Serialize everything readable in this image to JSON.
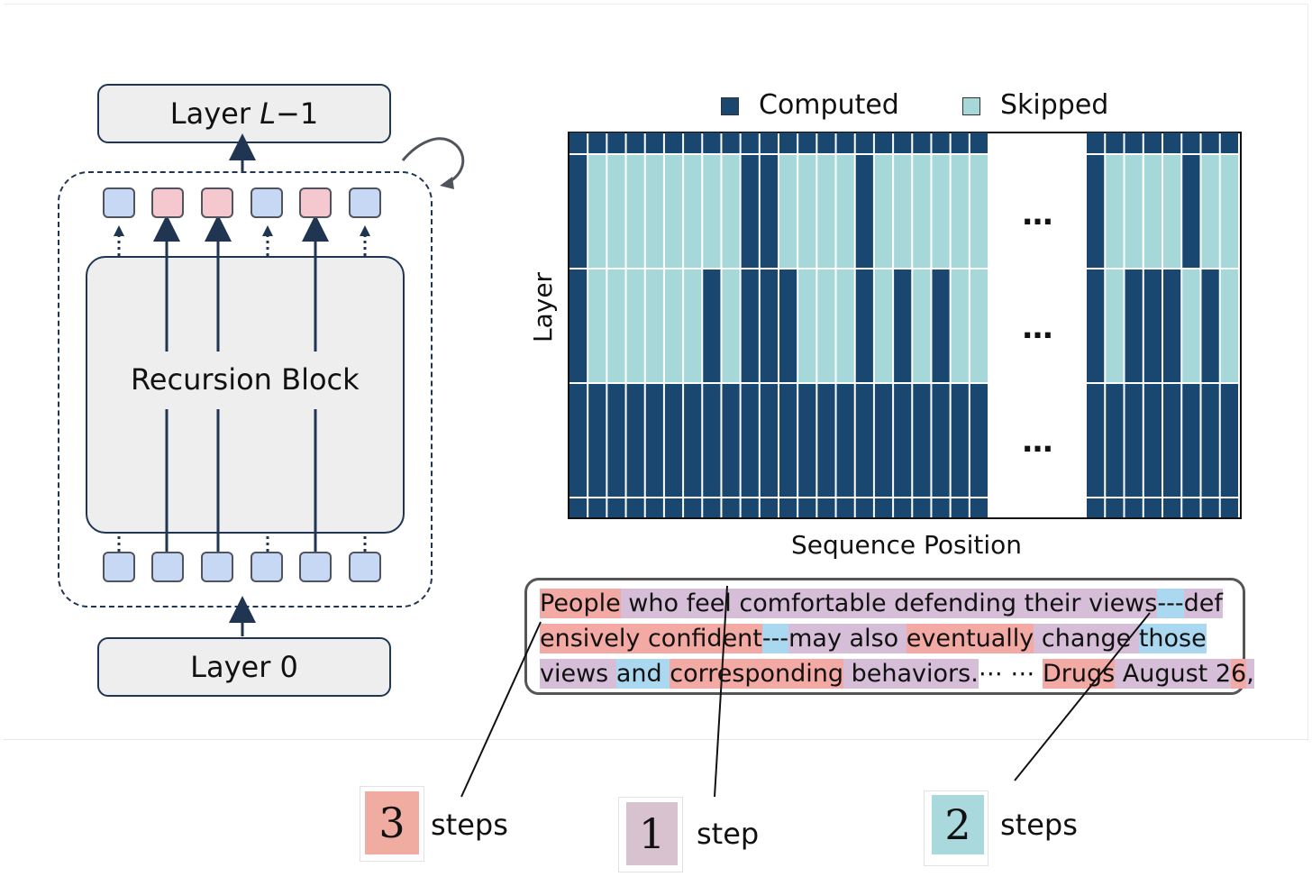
{
  "model": {
    "top_layer_prefix": "Layer ",
    "top_layer_var": "L",
    "top_layer_suffix": "−1",
    "bottom_layer": "Layer 0",
    "block_label": "Recursion Block",
    "token_colors_top": [
      "blue",
      "red",
      "red",
      "blue",
      "red",
      "blue"
    ]
  },
  "chart_data": {
    "type": "heatmap",
    "title": "",
    "xlabel": "Sequence Position",
    "ylabel": "Layer",
    "legend": [
      {
        "name": "Computed",
        "color": "#1a4770"
      },
      {
        "name": "Skipped",
        "color": "#a6d8da"
      }
    ],
    "legend_position": "top",
    "ellipsis": "…",
    "rows_note": "Each recursion row: 1 = computed, 0 = skipped, per sequence position (columns). Gap between left and right blocks is an ellipsis.",
    "rows": [
      {
        "left": [
          1,
          1,
          1,
          1,
          1,
          1,
          1,
          1,
          1,
          1,
          1,
          1,
          1,
          1,
          1,
          1,
          1,
          1,
          1,
          1,
          1,
          1
        ],
        "right": [
          1,
          1,
          1,
          1,
          1,
          1,
          1,
          1
        ]
      },
      {
        "left": [
          1,
          0,
          0,
          0,
          0,
          0,
          0,
          0,
          0,
          1,
          1,
          0,
          0,
          0,
          0,
          1,
          0,
          0,
          0,
          0,
          0,
          0
        ],
        "right": [
          1,
          0,
          0,
          0,
          0,
          1,
          0,
          0
        ]
      },
      {
        "left": [
          1,
          0,
          0,
          0,
          0,
          0,
          0,
          1,
          0,
          1,
          1,
          1,
          0,
          0,
          0,
          1,
          0,
          1,
          0,
          1,
          0,
          0
        ],
        "right": [
          1,
          0,
          1,
          1,
          1,
          0,
          1,
          0
        ]
      },
      {
        "left": [
          1,
          1,
          1,
          1,
          1,
          1,
          1,
          1,
          1,
          1,
          1,
          1,
          1,
          1,
          1,
          1,
          1,
          1,
          1,
          1,
          1,
          1
        ],
        "right": [
          1,
          1,
          1,
          1,
          1,
          1,
          1,
          1
        ]
      }
    ],
    "colors": {
      "computed": "#1a4770",
      "skipped": "#a6d8da"
    }
  },
  "text_sample": {
    "lines": [
      [
        {
          "t": "People",
          "c": "h3"
        },
        {
          "t": " who feel ",
          "c": "h1"
        },
        {
          "t": "comfortable defending their views",
          "c": "h1"
        },
        {
          "t": "---",
          "c": "h2"
        },
        {
          "t": "def",
          "c": "h1"
        }
      ],
      [
        {
          "t": "ensively ",
          "c": "h3"
        },
        {
          "t": "confident",
          "c": "h3"
        },
        {
          "t": "---",
          "c": "h2"
        },
        {
          "t": "may also ",
          "c": "h1"
        },
        {
          "t": "eventually",
          "c": "h3"
        },
        {
          "t": " change ",
          "c": "h1"
        },
        {
          "t": "those",
          "c": "h2"
        }
      ],
      [
        {
          "t": "views ",
          "c": "h1"
        },
        {
          "t": "and ",
          "c": "h2"
        },
        {
          "t": "corresponding",
          "c": "h3"
        },
        {
          "t": " behaviors.",
          "c": "h1"
        },
        {
          "t": "⋯ ⋯ ",
          "c": ""
        },
        {
          "t": "Drugs",
          "c": "h3"
        },
        {
          "t": " August 2",
          "c": "h1"
        },
        {
          "t": "6",
          "c": "h3"
        },
        {
          "t": ",",
          "c": "h1"
        }
      ]
    ]
  },
  "step_legend": [
    {
      "number": "3",
      "label": "steps",
      "color": "#f0aca1"
    },
    {
      "number": "1",
      "label": "step",
      "color": "#d9c2d0"
    },
    {
      "number": "2",
      "label": "steps",
      "color": "#a9d9dc"
    }
  ]
}
